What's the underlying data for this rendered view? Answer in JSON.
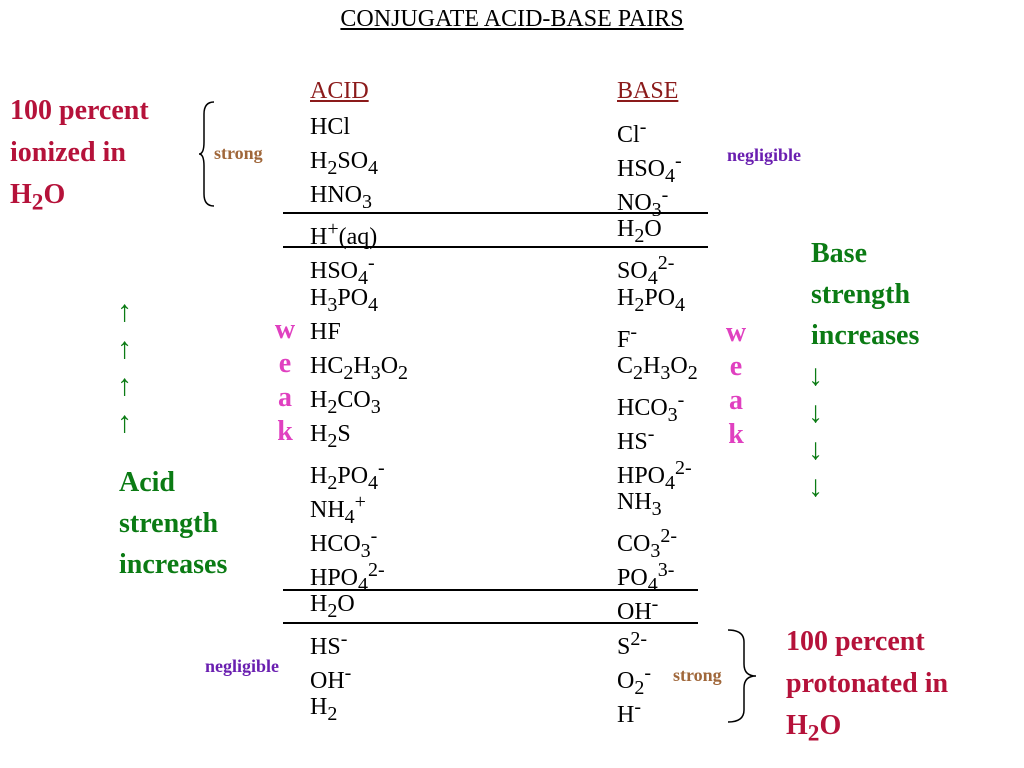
{
  "title": "CONJUGATE ACID-BASE PAIRS",
  "headers": {
    "acid": "ACID",
    "base": "BASE"
  },
  "colors": {
    "header": "#8b1a1a",
    "red_note": "#b5123a",
    "green_note": "#0b7b14",
    "weak": "#e040c0",
    "strong": "#a0673a",
    "negligible": "#6a1fb0"
  },
  "rows": [
    {
      "acid": "HCl",
      "base": "Cl<sup>-</sup>"
    },
    {
      "acid": "H<sub>2</sub>SO<sub>4</sub>",
      "base": "HSO<sub>4</sub><sup>-</sup>"
    },
    {
      "acid": "HNO<sub>3</sub>",
      "base": "NO<sub>3</sub><sup>-</sup>"
    },
    {
      "acid": "H<sup>+</sup>(aq)",
      "base": "H<sub>2</sub>O"
    },
    {
      "acid": "HSO<sub>4</sub><sup>-</sup>",
      "base": "SO<sub>4</sub><sup>2-</sup>"
    },
    {
      "acid": "H<sub>3</sub>PO<sub>4</sub>",
      "base": "H<sub>2</sub>PO<sub>4</sub>"
    },
    {
      "acid": "HF",
      "base": "F<sup>-</sup>"
    },
    {
      "acid": "HC<sub>2</sub>H<sub>3</sub>O<sub>2</sub>",
      "base": "C<sub>2</sub>H<sub>3</sub>O<sub>2</sub>"
    },
    {
      "acid": "H<sub>2</sub>CO<sub>3</sub>",
      "base": "HCO<sub>3</sub><sup>-</sup>"
    },
    {
      "acid": "H<sub>2</sub>S",
      "base": "HS<sup>-</sup>"
    },
    {
      "acid": "H<sub>2</sub>PO<sub>4</sub><sup>-</sup>",
      "base": "HPO<sub>4</sub><sup>2-</sup>"
    },
    {
      "acid": "NH<sub>4</sub><sup>+</sup>",
      "base": "NH<sub>3</sub>"
    },
    {
      "acid": "HCO<sub>3</sub><sup>-</sup>",
      "base": "CO<sub>3</sub><sup>2-</sup>"
    },
    {
      "acid": "HPO<sub>4</sub><sup>2-</sup>",
      "base": "PO<sub>4</sub><sup>3-</sup>"
    },
    {
      "acid": "H<sub>2</sub>O",
      "base": "OH<sup>-</sup>"
    },
    {
      "acid": "HS<sup>-</sup>",
      "base": "S<sup>2-</sup>"
    },
    {
      "acid": "OH<sup>-</sup>",
      "base": "O<sub>2</sub><sup>-</sup>"
    },
    {
      "acid": "H<sub>2</sub>",
      "base": "H<sup>-</sup>"
    }
  ],
  "left_top_note": [
    "100 percent",
    "ionized in",
    "H<sub>2</sub>O"
  ],
  "right_bottom_note": [
    "100 percent",
    "protonated in",
    "H<sub>2</sub>O"
  ],
  "strong_label": "strong",
  "negligible_label": "negligible",
  "weak_letters": [
    "w",
    "e",
    "a",
    "k"
  ],
  "acid_strength": [
    "Acid",
    "strength",
    "increases"
  ],
  "base_strength": [
    "Base",
    "strength",
    "increases"
  ],
  "up_arrow": "↑",
  "down_arrow": "↓"
}
